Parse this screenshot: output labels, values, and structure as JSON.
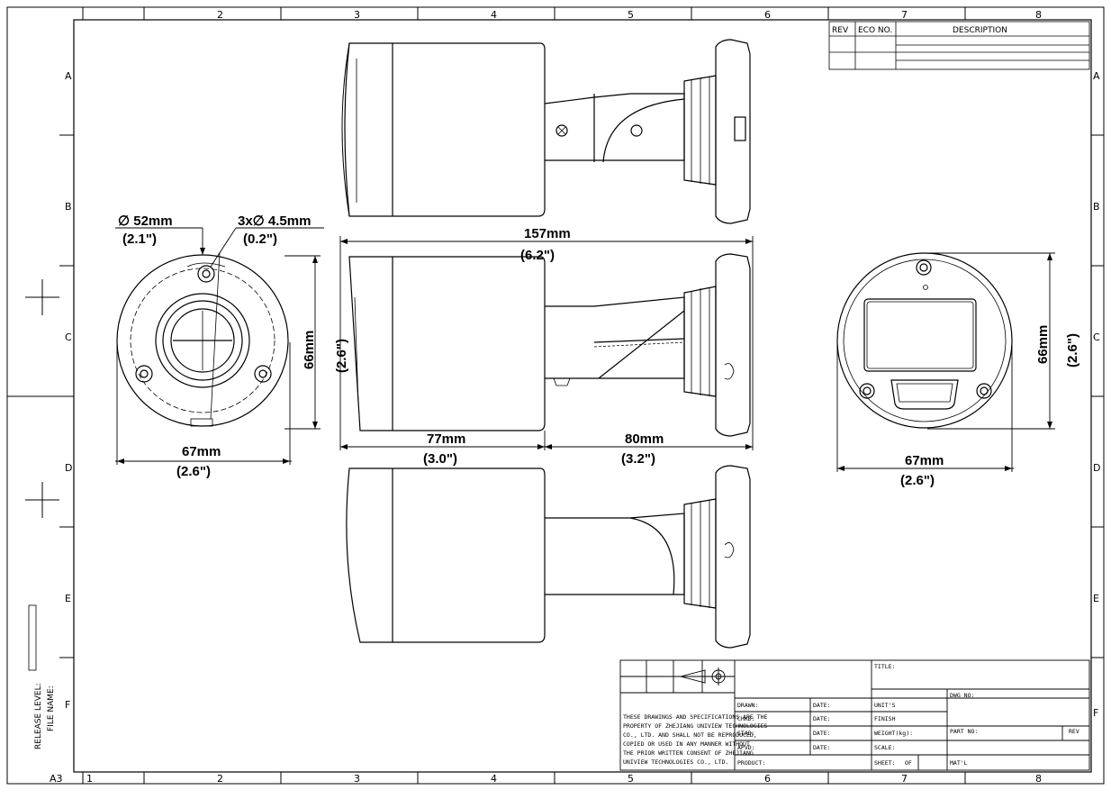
{
  "frame": {
    "columns": [
      "1",
      "2",
      "3",
      "4",
      "5",
      "6",
      "7",
      "8"
    ],
    "rows": [
      "A",
      "B",
      "C",
      "D",
      "E",
      "F"
    ],
    "sheet_size": "A3"
  },
  "revision_table": {
    "headers": [
      "REV",
      "ECO NO.",
      "DESCRIPTION"
    ]
  },
  "left_margin": {
    "release_level": "RELEASE LEVEL:",
    "file_name": "FILE NAME:"
  },
  "dimensions": {
    "rear_diameter_mm": "∅ 52mm",
    "rear_diameter_in": "(2.1\")",
    "hole_spec_mm": "3x∅ 4.5mm",
    "hole_spec_in": "(0.2\")",
    "rear_height_mm": "66mm",
    "rear_height_in": "(2.6\")",
    "rear_width_mm": "67mm",
    "rear_width_in": "(2.6\")",
    "overall_length_mm": "157mm",
    "overall_length_in": "(6.2\")",
    "body_length_mm": "77mm",
    "body_length_in": "(3.0\")",
    "bracket_length_mm": "80mm",
    "bracket_length_in": "(3.2\")",
    "front_height_mm": "66mm",
    "front_height_in": "(2.6\")",
    "front_width_mm": "67mm",
    "front_width_in": "(2.6\")"
  },
  "title_block": {
    "notice_lines": [
      "THESE DRAWINGS AND SPECIFICATIONS ARE THE",
      "PROPERTY OF ZHEJIANG UNIVIEW TECHNOLOGIES",
      "CO., LTD. AND SHALL NOT BE REPRODUCED,",
      "COPIED OR USED IN ANY MANNER WITHOUT",
      "THE PRIOR WRITTEN CONSENT OF ZHEJIANG",
      "UNIVIEW TECHNOLOGIES CO., LTD."
    ],
    "drawn": "DRAWN:",
    "chkd": "CHKD:",
    "stad": "STAD:",
    "apvd": "APVD:",
    "product": "PRODUCT:",
    "date1": "DATE:",
    "date2": "DATE:",
    "date3": "DATE:",
    "date4": "DATE:",
    "title": "TITLE:",
    "units": "UNIT'S",
    "finish": "FINISH",
    "weight": "WEIGHT(kg):",
    "scale": "SCALE:",
    "sheet": "SHEET:",
    "of": "OF",
    "dwg_no": "DWG NO:",
    "part_no": "PART NO:",
    "rev": "REV",
    "matl": "MAT'L"
  }
}
